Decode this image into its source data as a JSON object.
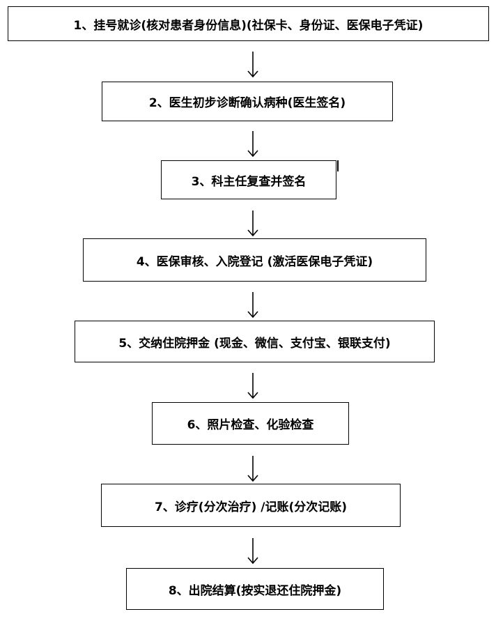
{
  "flowchart": {
    "steps": [
      {
        "id": 1,
        "label": "1、挂号就诊(核对患者身份信息)(社保卡、身份证、医保电子凭证)"
      },
      {
        "id": 2,
        "label": "2、医生初步诊断确认病种(医生签名)"
      },
      {
        "id": 3,
        "label": "3、科主任复查并签名"
      },
      {
        "id": 4,
        "label": "4、医保审核、入院登记 (激活医保电子凭证)"
      },
      {
        "id": 5,
        "label": "5、交纳住院押金 (现金、微信、支付宝、银联支付)"
      },
      {
        "id": 6,
        "label": "6、照片检查、化验检查"
      },
      {
        "id": 7,
        "label": "7、诊疗(分次治疗) /记账(分次记账)"
      },
      {
        "id": 8,
        "label": "8、出院结算(按实退还住院押金)"
      }
    ]
  }
}
